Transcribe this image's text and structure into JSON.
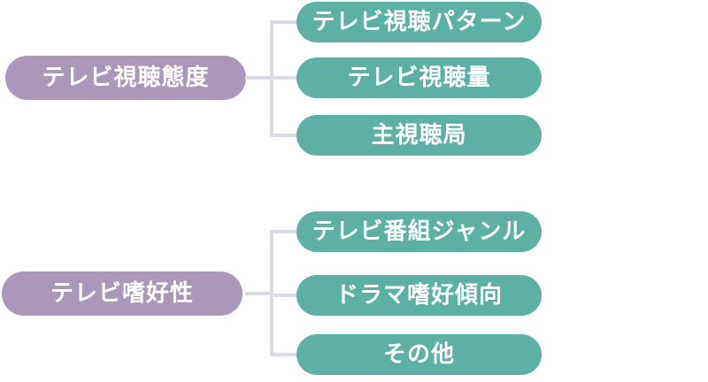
{
  "diagram": {
    "type": "tree",
    "colors": {
      "background": "#ffffff",
      "parent_pill": "#ab97ba",
      "child_pill": "#5cb0a4",
      "connector": "#d9dce6",
      "text": "#ffffff"
    },
    "groups": [
      {
        "parent": {
          "label": "テレビ視聴態度"
        },
        "children": [
          {
            "label": "テレビ視聴パターン"
          },
          {
            "label": "テレビ視聴量"
          },
          {
            "label": "主視聴局"
          }
        ]
      },
      {
        "parent": {
          "label": "テレビ嗜好性"
        },
        "children": [
          {
            "label": "テレビ番組ジャンル"
          },
          {
            "label": "ドラマ嗜好傾向"
          },
          {
            "label": "その他"
          }
        ]
      }
    ]
  }
}
